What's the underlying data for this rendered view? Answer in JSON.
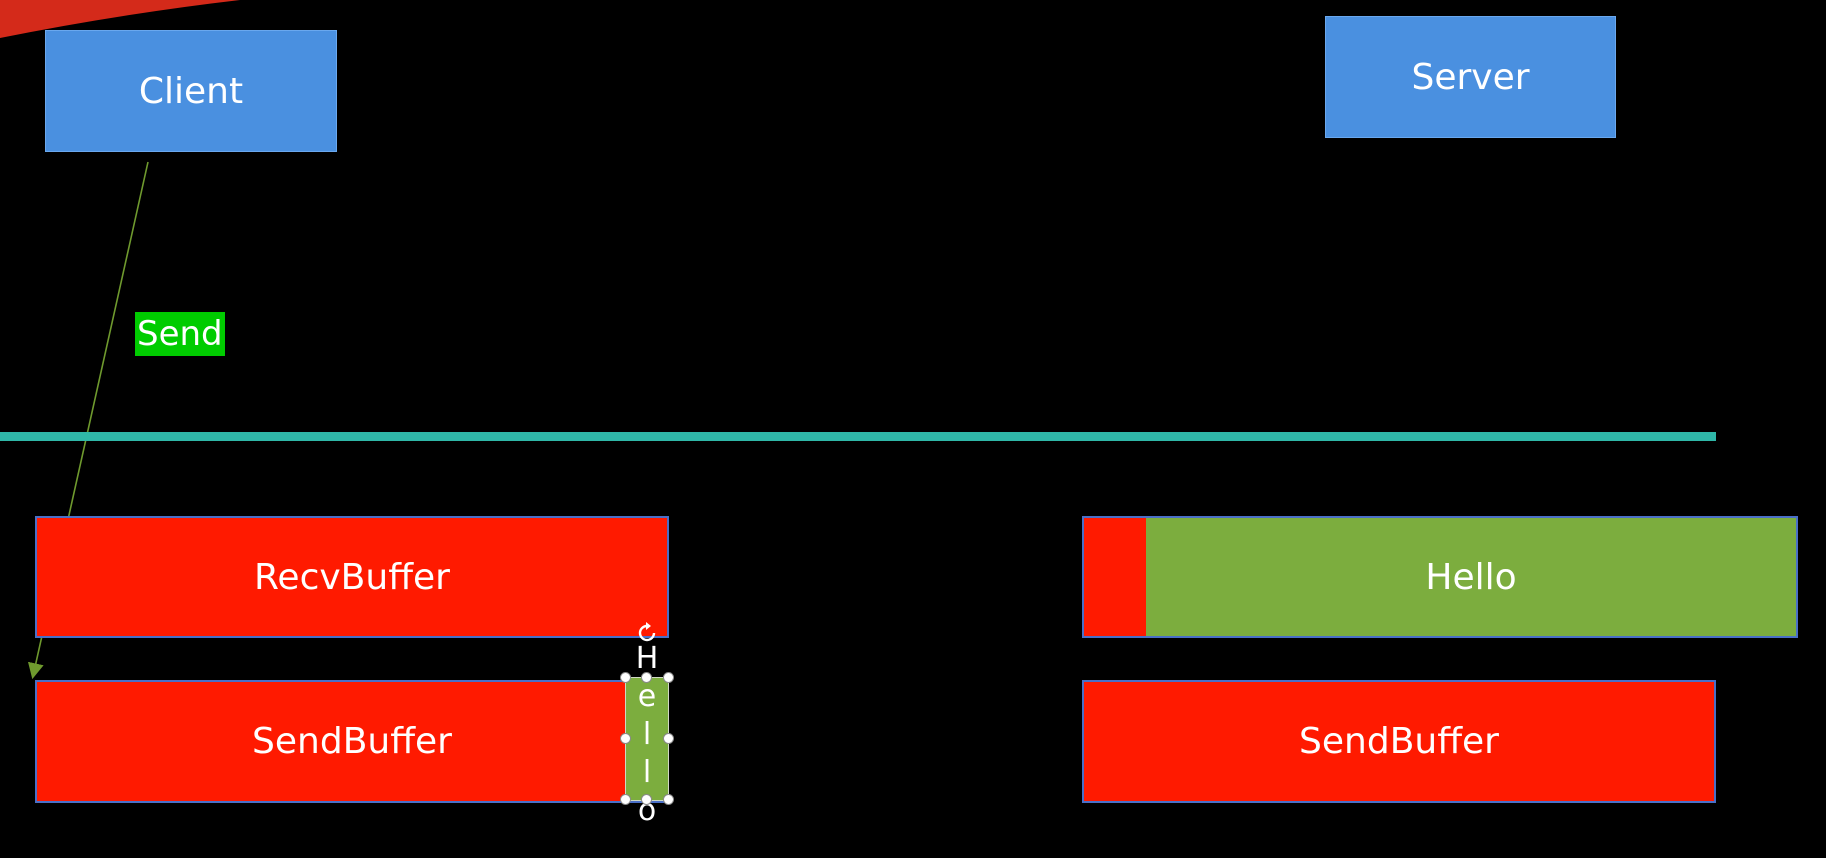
{
  "client": {
    "label": "Client"
  },
  "server": {
    "label": "Server"
  },
  "arrow": {
    "label": "Send"
  },
  "client_buffers": {
    "recv": "RecvBuffer",
    "send": "SendBuffer"
  },
  "server_buffers": {
    "recv_content": "Hello",
    "send": "SendBuffer"
  },
  "moving_text": {
    "letters": [
      "H",
      "e",
      "l",
      "l",
      "o"
    ]
  },
  "colors": {
    "box_blue": "#4a90e0",
    "buffer_red": "#ff1a00",
    "data_green": "#7cad3e",
    "label_green": "#00cc00",
    "divider_teal": "#2fb7a8",
    "arrow_olive": "#6f9a2e",
    "background": "#000000"
  }
}
